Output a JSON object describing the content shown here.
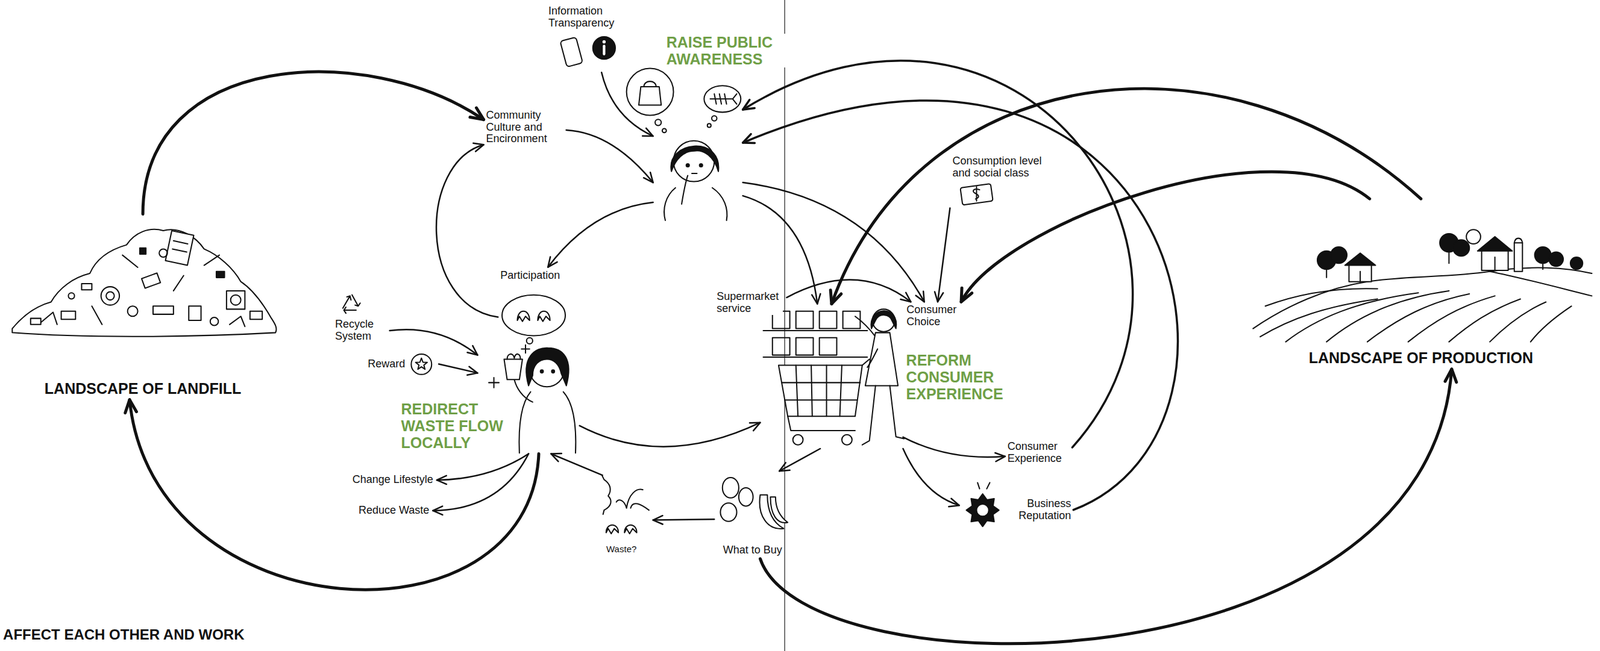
{
  "diagram": {
    "nodes": [
      {
        "text": [
          "LANDSCAPE OF LANDFILL"
        ]
      },
      {
        "text": [
          "Information Transparency"
        ]
      },
      {
        "text": [
          "RAISE PUBLIC AWARENESS"
        ]
      },
      {
        "text": [
          "Community Culture and Encironment"
        ]
      },
      {
        "text": [
          "Participation"
        ]
      },
      {
        "text": [
          "Recycle System"
        ]
      },
      {
        "text": [
          "Reward"
        ]
      },
      {
        "text": [
          "REDIRECT WASTE FLOW LOCALLY"
        ]
      },
      {
        "text": [
          "Change Lifestyle"
        ]
      },
      {
        "text": [
          "Reduce Waste"
        ]
      },
      {
        "text": [
          "Waste?"
        ]
      },
      {
        "text": [
          "What to Buy"
        ]
      },
      {
        "text": [
          "Supermarket service"
        ]
      },
      {
        "text": [
          "Consumer Choice"
        ]
      },
      {
        "text": [
          "REFORM CONSUMER EXPERIENCE"
        ]
      },
      {
        "text": [
          "Consumption level and social class"
        ]
      },
      {
        "text": [
          "Consumer Experience"
        ]
      },
      {
        "text": [
          "Business Reputation"
        ]
      },
      {
        "text": [
          "LANDSCAPE OF PRODUCTION"
        ]
      }
    ],
    "edges": [
      {
        "from": 0,
        "to": 3,
        "arrow": "to"
      },
      {
        "from": 1,
        "to": 2,
        "arrow": "to"
      },
      {
        "from": 3,
        "to": 2,
        "arrow": "to"
      },
      {
        "from": 2,
        "to": 4,
        "arrow": "to"
      },
      {
        "from": 4,
        "to": 3,
        "arrow": "to"
      },
      {
        "from": 5,
        "to": 7,
        "arrow": "to"
      },
      {
        "from": 6,
        "to": 7,
        "arrow": "to"
      },
      {
        "from": 7,
        "to": 8,
        "arrow": "to"
      },
      {
        "from": 7,
        "to": 9,
        "arrow": "to"
      },
      {
        "from": 7,
        "to": 0,
        "arrow": "to"
      },
      {
        "from": 10,
        "to": 7,
        "arrow": "to"
      },
      {
        "from": 11,
        "to": 10,
        "arrow": "to"
      },
      {
        "from": 7,
        "to": 14,
        "arrow": "to"
      },
      {
        "from": 14,
        "to": 11,
        "arrow": "to"
      },
      {
        "from": 2,
        "to": 14,
        "arrow": "to"
      },
      {
        "from": 2,
        "to": 13,
        "arrow": "to"
      },
      {
        "from": 12,
        "to": 13,
        "arrow": "to"
      },
      {
        "from": 15,
        "to": 13,
        "arrow": "to"
      },
      {
        "from": 18,
        "to": 14,
        "arrow": "to"
      },
      {
        "from": 18,
        "to": 13,
        "arrow": "to"
      },
      {
        "from": 14,
        "to": 16,
        "arrow": "to"
      },
      {
        "from": 14,
        "to": 17,
        "arrow": "to"
      },
      {
        "from": 16,
        "to": 2,
        "arrow": "to"
      },
      {
        "from": 17,
        "to": 2,
        "arrow": "to"
      },
      {
        "from": 11,
        "to": 18,
        "arrow": "to"
      }
    ],
    "labels": [
      "AFFECT EACH OTHER AND WORK"
    ]
  }
}
